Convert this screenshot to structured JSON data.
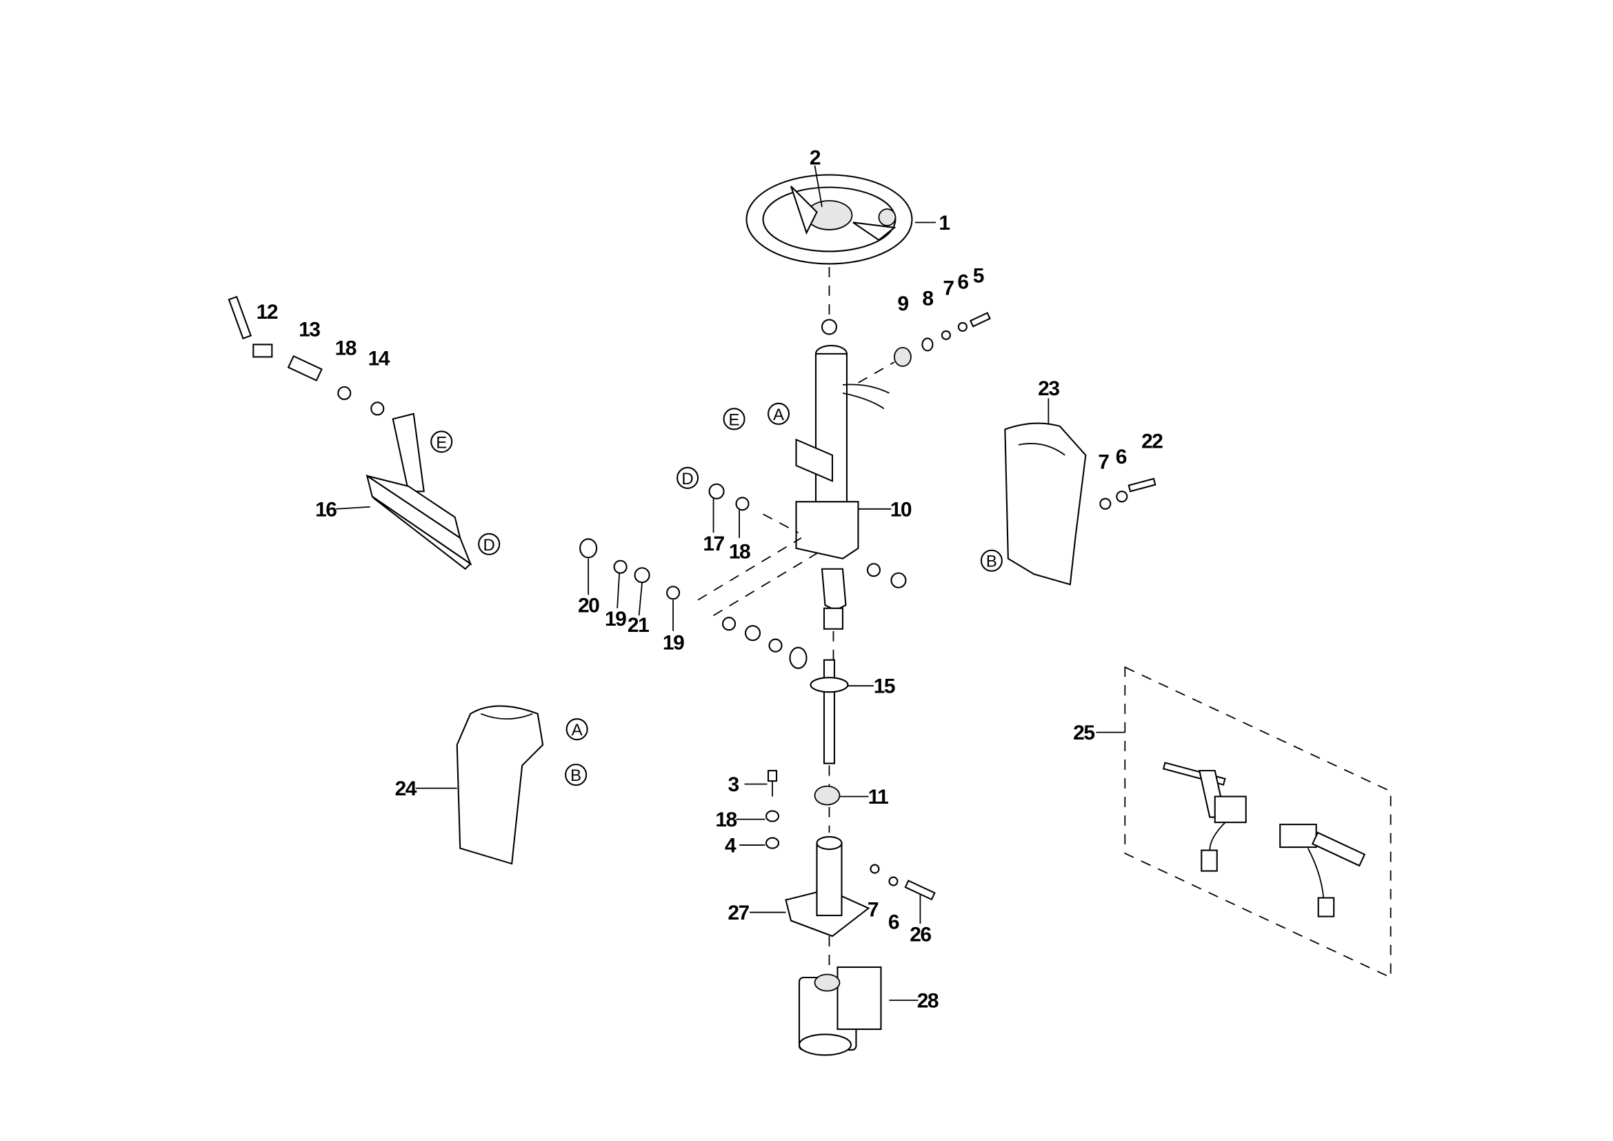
{
  "diagram": {
    "callouts": {
      "c1": "1",
      "c2": "2",
      "c5": "5",
      "c6a": "6",
      "c7a": "7",
      "c8": "8",
      "c9": "9",
      "c12": "12",
      "c13": "13",
      "c18a": "18",
      "c14": "14",
      "c16": "16",
      "c10": "10",
      "c17": "17",
      "c18b": "18",
      "c20": "20",
      "c19a": "19",
      "c21": "21",
      "c19b": "19",
      "c23": "23",
      "c7b": "7",
      "c6b": "6",
      "c22": "22",
      "c15": "15",
      "c25": "25",
      "c24": "24",
      "c3": "3",
      "c18c": "18",
      "c4": "4",
      "c11": "11",
      "c27": "27",
      "c7c": "7",
      "c6c": "6",
      "c26": "26",
      "c28": "28"
    },
    "reference_letters": {
      "A": "A",
      "B": "B",
      "D": "D",
      "E": "E"
    }
  }
}
